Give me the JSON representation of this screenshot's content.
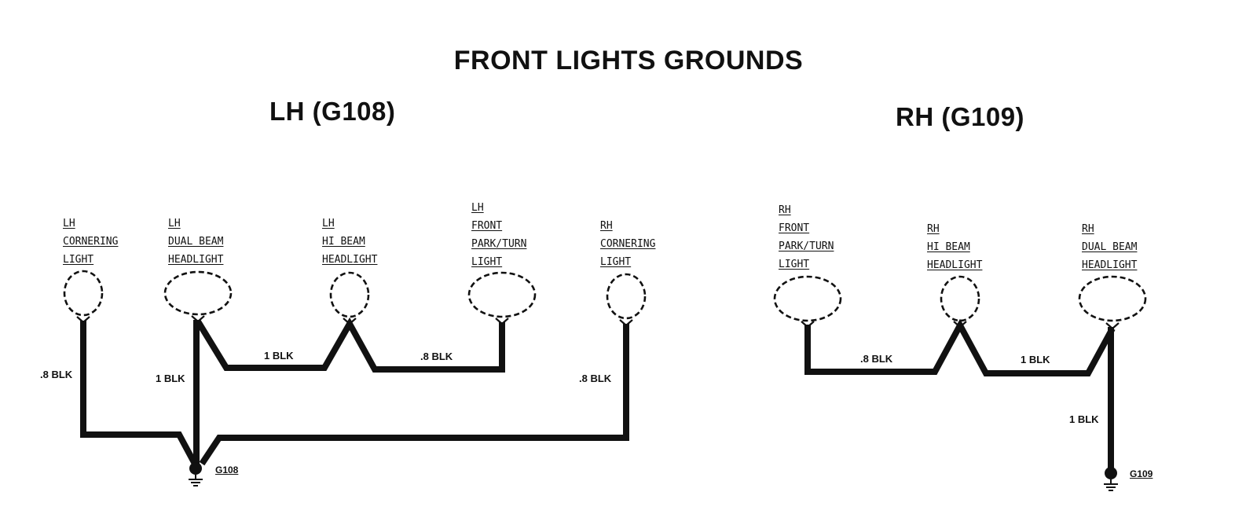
{
  "title": "FRONT LIGHTS GROUNDS",
  "lh_heading": "LH (G108)",
  "rh_heading": "RH (G109)",
  "components": {
    "lh_cornering": [
      "LH",
      "CORNERING",
      "LIGHT"
    ],
    "lh_dual_beam": [
      "LH",
      "DUAL BEAM",
      "HEADLIGHT"
    ],
    "lh_hi_beam": [
      "LH",
      "HI BEAM",
      "HEADLIGHT"
    ],
    "lh_park_turn": [
      "LH",
      "FRONT",
      "PARK/TURN",
      "LIGHT"
    ],
    "rh_cornering": [
      "RH",
      "CORNERING",
      "LIGHT"
    ],
    "rh_park_turn": [
      "RH",
      "FRONT",
      "PARK/TURN",
      "LIGHT"
    ],
    "rh_hi_beam": [
      "RH",
      "HI BEAM",
      "HEADLIGHT"
    ],
    "rh_dual_beam": [
      "RH",
      "DUAL BEAM",
      "HEADLIGHT"
    ]
  },
  "wires": {
    "lh_cornering_wire": ".8 BLK",
    "lh_dual_beam_wire": "1 BLK",
    "lh_hi_beam_link": "1 BLK",
    "lh_park_turn_link": ".8 BLK",
    "rh_cornering_wire": ".8 BLK",
    "rh_park_turn_link": ".8 BLK",
    "rh_hi_beam_link": "1 BLK",
    "rh_dual_beam_wire": "1 BLK"
  },
  "grounds": {
    "left": "G108",
    "right": "G109"
  },
  "colors": {
    "ink": "#111111",
    "background": "#ffffff"
  }
}
